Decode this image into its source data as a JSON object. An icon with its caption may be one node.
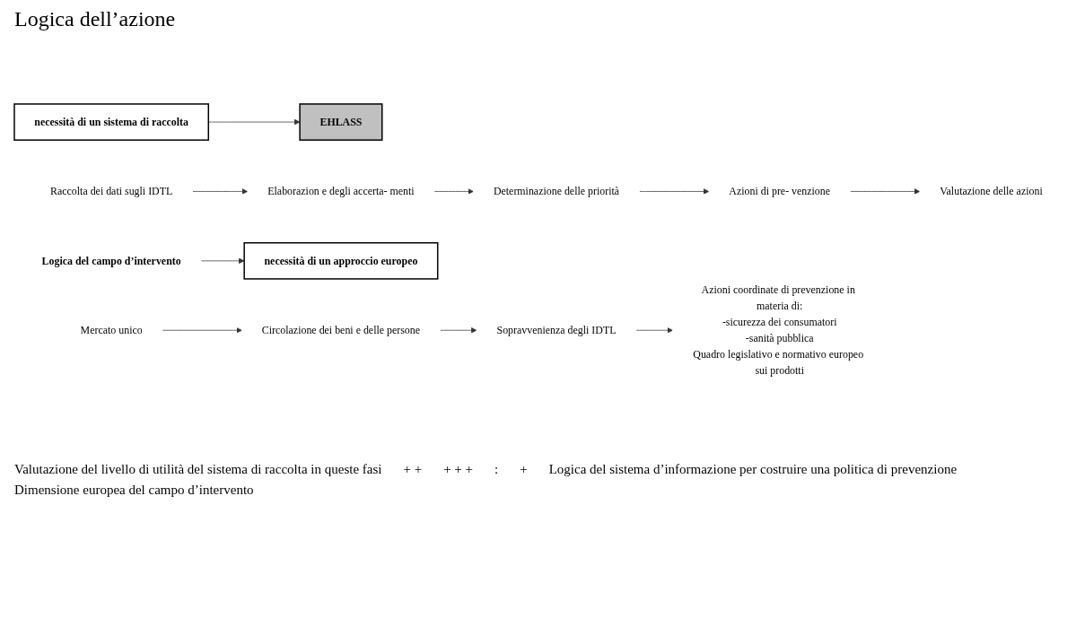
{
  "diagram": {
    "title": "Logica dell’azione",
    "nodes": [
      {
        "text": [
          "necessità di un sistema di raccolta"
        ]
      },
      {
        "text": [
          "EHLASS"
        ]
      },
      {
        "text": [
          "Raccolta dei dati sugli IDTL"
        ]
      },
      {
        "text": [
          "Elaborazion e degli accerta- menti"
        ]
      },
      {
        "text": [
          "Determinazione delle priorità"
        ]
      },
      {
        "text": [
          "Azioni di pre- venzione"
        ]
      },
      {
        "text": [
          "Valutazione delle azioni"
        ]
      },
      {
        "text": [
          "necessità di un approccio europeo"
        ]
      },
      {
        "text": [
          "Logica del campo d’intervento"
        ]
      },
      {
        "text": [
          "Azioni coordinate di prevenzione in materia di:",
          "-sicurezza dei consumatori",
          "-sanità pubblica",
          "Quadro legislativo e normativo europeo sui prodotti"
        ]
      },
      {
        "text": [
          "Sopravvenienza degli IDTL"
        ]
      },
      {
        "text": [
          "Circolazione dei beni e delle persone"
        ]
      },
      {
        "text": [
          "Mercato unico"
        ]
      }
    ],
    "edges": [
      {
        "from": 0,
        "to": 1,
        "arrow": "to"
      },
      {
        "from": 2,
        "to": 3,
        "arrow": "to"
      },
      {
        "from": 3,
        "to": 4,
        "arrow": "to"
      },
      {
        "from": 4,
        "to": 5,
        "arrow": "to"
      },
      {
        "from": 5,
        "to": 6,
        "arrow": "to"
      },
      {
        "from": 8,
        "to": 7,
        "arrow": "to"
      },
      {
        "from": 10,
        "to": 9,
        "arrow": "to"
      },
      {
        "from": 11,
        "to": 10,
        "arrow": "to"
      },
      {
        "from": 12,
        "to": 11,
        "arrow": "to"
      }
    ],
    "labels": [
      "Valutazione del livello di utilità del sistema di raccolta in queste fasi",
      "+ +",
      "+ + +",
      ":",
      "+",
      "Logica del sistema d’informazione per costruire una politica di prevenzione",
      "Dimensione europea del campo d’intervento"
    ]
  }
}
